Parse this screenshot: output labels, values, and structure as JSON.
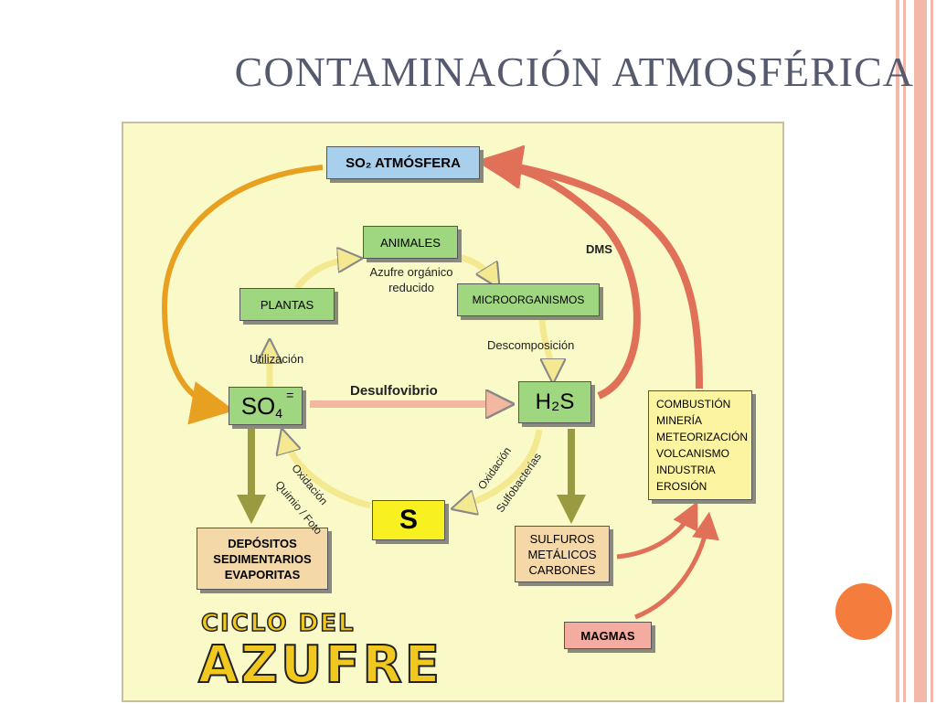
{
  "slide": {
    "title": "CONTAMINACIÓN ATMOSFÉRICA"
  },
  "diagram": {
    "so2_box": "SO₂ ATMÓSFERA",
    "animales": "ANIMALES",
    "plantas": "PLANTAS",
    "microorganismos": "MICROORGANISMOS",
    "so4_main": "SO",
    "so4_sub": "4",
    "so4_sup": "=",
    "h2s": "H₂S",
    "s": "S",
    "depositos": [
      "DEPÓSITOS",
      "SEDIMENTARIOS",
      "EVAPORITAS"
    ],
    "sulfuros": [
      "SULFUROS",
      "METÁLICOS",
      "CARBONES"
    ],
    "fuentes": [
      "COMBUSTIÓN",
      "MINERÍA",
      "METEORIZACIÓN",
      "VOLCANISMO",
      "INDUSTRIA",
      "EROSIÓN"
    ],
    "magmas": "MAGMAS",
    "labels": {
      "azufre_organico": "Azufre orgánico",
      "reducido": "reducido",
      "utilizacion": "Utilización",
      "descomposicion": "Descomposición",
      "desulfovibrio": "Desulfovibrio",
      "dms": "DMS",
      "oxidacion_left": "Oxidación",
      "quimio_foto": "Quimio / Foto",
      "oxidacion_right": "Oxidación",
      "sulfobacterias": "Sulfobacterias"
    },
    "ciclo": "CICLO DEL",
    "azufre": "AZUFRE"
  },
  "colors": {
    "stripe": "#f4b8a8",
    "dot": "#f47c3c",
    "background": "#fafac8",
    "green_box": "#9fd680",
    "so2_box": "#a8d0ec",
    "fuentes_box": "#fcf4a0",
    "beige_box": "#f4d8a8",
    "magmas_box": "#f4aca0",
    "s_box": "#f8f020",
    "arrow_orange": "#e8a020",
    "arrow_red": "#e07058",
    "arrow_olive": "#9a9a40",
    "arrow_light": "#f4e890"
  }
}
